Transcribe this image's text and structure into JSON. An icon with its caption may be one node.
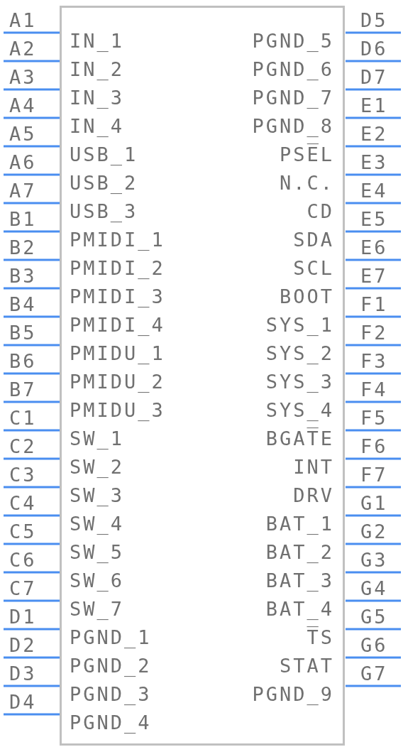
{
  "diagram": {
    "nodes": [
      {
        "text": [
          "IN_1",
          "IN_2",
          "IN_3",
          "IN_4",
          "USB_1",
          "USB_2",
          "USB_3",
          "PMIDI_1",
          "PMIDI_2",
          "PMIDI_3",
          "PMIDI_4",
          "PMIDU_1",
          "PMIDU_2",
          "PMIDU_3",
          "SW_1",
          "SW_2",
          "SW_3",
          "SW_4",
          "SW_5",
          "SW_6",
          "SW_7",
          "PGND_1",
          "PGND_2",
          "PGND_3",
          "PGND_4",
          "PGND_5",
          "PGND_6",
          "PGND_7",
          "PGND_8",
          "PSE̅L",
          "N.C.",
          "CD",
          "SDA",
          "SCL",
          "BOOT",
          "SYS_1",
          "SYS_2",
          "SYS_3",
          "SYS_4",
          "BGAT̅E",
          "INT",
          "DRV",
          "BAT_1",
          "BAT_2",
          "BAT_3",
          "BAT_4",
          "T̅S",
          "STAT",
          "PGND_9"
        ]
      }
    ],
    "labels": [
      "A1",
      "A2",
      "A3",
      "A4",
      "A5",
      "A6",
      "A7",
      "B1",
      "B2",
      "B3",
      "B4",
      "B5",
      "B6",
      "B7",
      "C1",
      "C2",
      "C3",
      "C4",
      "C5",
      "C6",
      "C7",
      "D1",
      "D2",
      "D3",
      "D4",
      "D5",
      "D6",
      "D7",
      "E1",
      "E2",
      "E3",
      "E4",
      "E5",
      "E6",
      "E7",
      "F1",
      "F2",
      "F3",
      "F4",
      "F5",
      "F6",
      "F7",
      "G1",
      "G2",
      "G3",
      "G4",
      "G5",
      "G6",
      "G7"
    ]
  }
}
